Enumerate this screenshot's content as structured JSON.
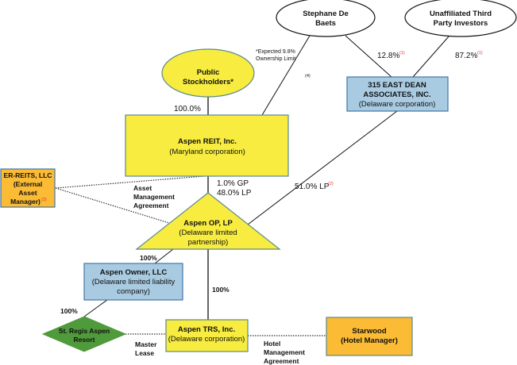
{
  "diagram": {
    "type": "organizational-structure",
    "colors": {
      "yellow": "#f7ec3f",
      "blue": "#a9cbe2",
      "orange": "#fbbb34",
      "green": "#4f9a3b",
      "border_teal": "#5b8a8c",
      "border_blue": "#3f76a8"
    },
    "nodes": {
      "stephane": {
        "line1": "Stephane De",
        "line2": "Baets"
      },
      "unaffiliated": {
        "line1": "Unaffiliated Third",
        "line2": "Party Investors"
      },
      "public": {
        "line1": "Public",
        "line2": "Stockholders*"
      },
      "reit": {
        "name": "Aspen REIT, Inc.",
        "desc": "(Maryland corporation)"
      },
      "east_dean": {
        "line1": "315 EAST DEAN",
        "line2": "ASSOCIATES, INC.",
        "desc": "(Delaware corporation)"
      },
      "er_reits": {
        "line1": "ER-REITS, LLC",
        "line2": "(External",
        "line3": "Asset",
        "line4": "Manager)",
        "sup": "(3)"
      },
      "op": {
        "name": "Aspen OP, LP",
        "desc1": "(Delaware limited",
        "desc2": "partnership)"
      },
      "owner": {
        "name": "Aspen Owner, LLC",
        "desc1": "(Delaware limited liability",
        "desc2": "company)"
      },
      "resort": {
        "line1": "St. Regis Aspen",
        "line2": "Resort"
      },
      "trs": {
        "name": "Aspen TRS, Inc.",
        "desc": "(Delaware corporation)"
      },
      "starwood": {
        "line1": "Starwood",
        "line2": "(Hotel Manager)"
      }
    },
    "labels": {
      "ownership_note_1": "*Expected 9.8%",
      "ownership_note_2": "Ownership Limit",
      "note_4": "(4)",
      "pct_stephane": "12.8%",
      "pct_stephane_sup": "(1)",
      "pct_unaffiliated": "87.2%",
      "pct_unaffiliated_sup": "(1)",
      "pct_public": "100.0%",
      "pct_gp": "1.0% GP",
      "pct_lp": "48.0% LP",
      "pct_east_dean_lp": "51.0% LP",
      "pct_east_dean_lp_sup": "(2)",
      "asset_mgmt_1": "Asset",
      "asset_mgmt_2": "Management",
      "asset_mgmt_3": "Agreement",
      "pct_owner": "100%",
      "pct_trs": "100%",
      "pct_resort": "100%",
      "master_lease_1": "Master",
      "master_lease_2": "Lease",
      "hotel_mgmt_1": "Hotel",
      "hotel_mgmt_2": "Management",
      "hotel_mgmt_3": "Agreement"
    }
  }
}
